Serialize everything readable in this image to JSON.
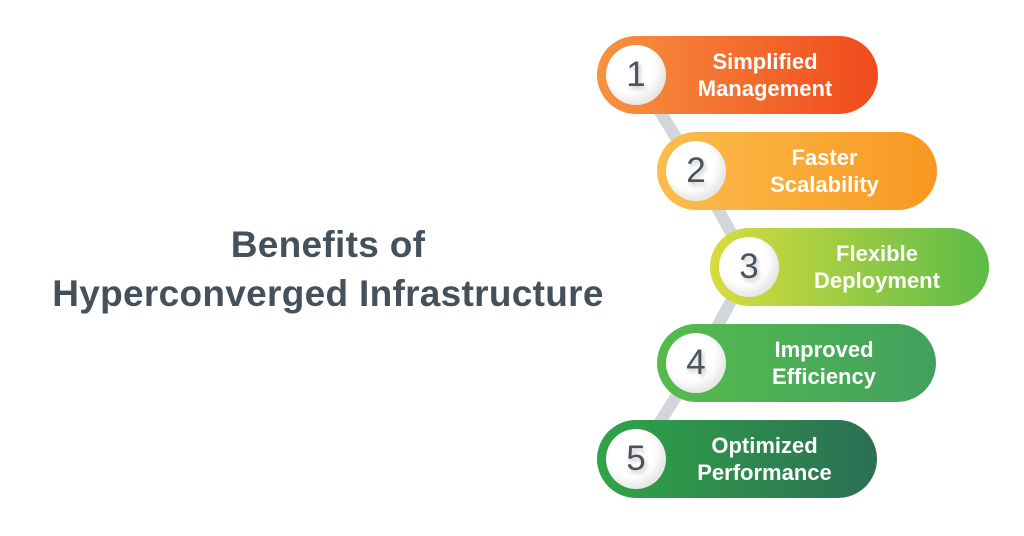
{
  "title": {
    "line1": "Benefits of",
    "line2": "Hyperconverged Infrastructure"
  },
  "colors": {
    "background": "#FFFFFF",
    "title_text": "#44505C",
    "connector": "#D2D5D9",
    "number_text": "#4A545E",
    "pill_text": "#FFFFFF"
  },
  "items": [
    {
      "number": "1",
      "label": "Simplified\nManagement",
      "gradient_start": "#F79240",
      "gradient_end": "#F04A1D"
    },
    {
      "number": "2",
      "label": "Faster\nScalability",
      "gradient_start": "#FBBD4D",
      "gradient_end": "#F89821"
    },
    {
      "number": "3",
      "label": "Flexible\nDeployment",
      "gradient_start": "#D8DC3E",
      "gradient_end": "#5CBB48"
    },
    {
      "number": "4",
      "label": "Improved\nEfficiency",
      "gradient_start": "#55BB4B",
      "gradient_end": "#42A05F"
    },
    {
      "number": "5",
      "label": "Optimized\nPerformance",
      "gradient_start": "#2FA446",
      "gradient_end": "#2C6F55"
    }
  ]
}
